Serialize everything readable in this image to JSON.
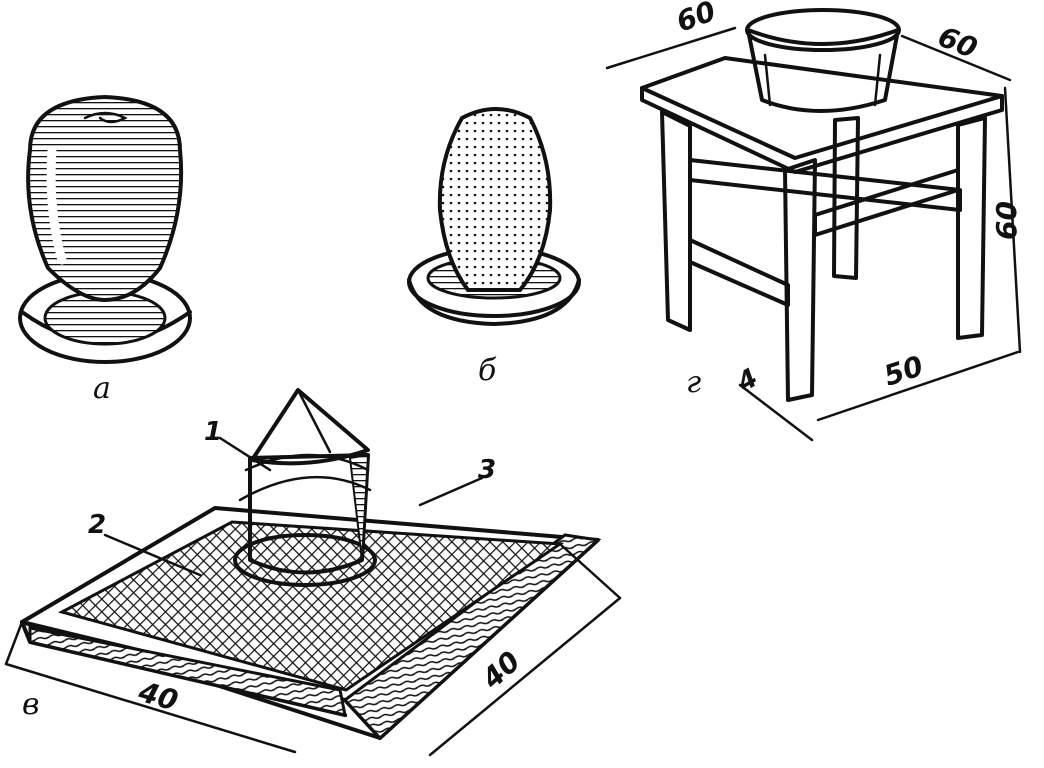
{
  "figure": {
    "panel_labels": {
      "a": "а",
      "b": "б",
      "v": "в",
      "g": "г"
    },
    "callouts": [
      "1",
      "2",
      "3"
    ],
    "dimensions": {
      "stand_top_left": "60",
      "stand_top_right": "60",
      "stand_height": "60",
      "stand_base_depth": "50",
      "stand_leg": "4",
      "tray_front": "40",
      "tray_side": "40"
    }
  }
}
